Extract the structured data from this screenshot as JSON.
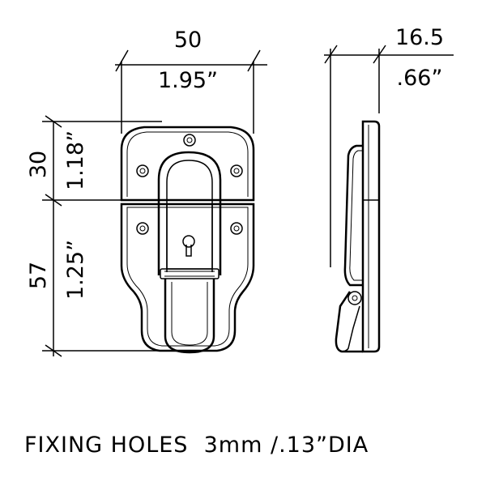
{
  "dimensions": {
    "width_mm": "50",
    "width_in": "1.95”",
    "depth_mm": "16.5",
    "depth_in": ".66”",
    "upper_height_mm": "30",
    "upper_height_in": "1.18”",
    "lower_height_mm": "57",
    "lower_height_in": "1.25”"
  },
  "note": "FIXING HOLES  3mm /.13”DIA"
}
